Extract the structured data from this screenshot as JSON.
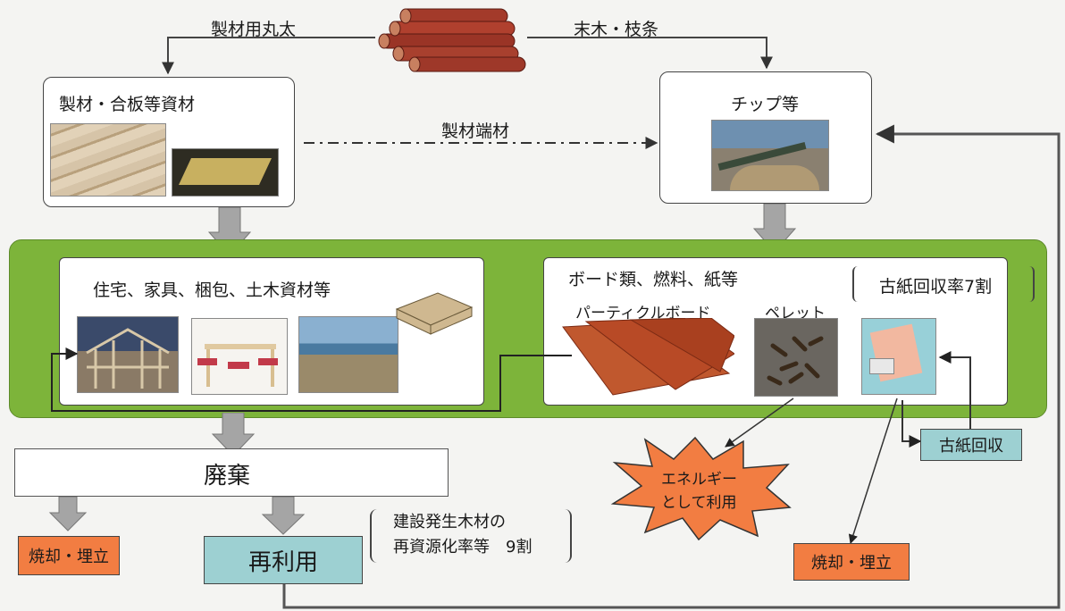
{
  "top": {
    "log_left_label": "製材用丸太",
    "log_right_label": "末木・枝条",
    "lumber_box_title": "製材・合板等資材",
    "offcut_label": "製材端材",
    "chip_box_title": "チップ等"
  },
  "products": {
    "housing_title": "住宅、家具、梱包、土木資材等",
    "board_title": "ボード類、燃料、紙等",
    "paper_rate": "古紙回収率7割",
    "particleboard_label": "パーティクルボード",
    "pellet_label": "ペレット"
  },
  "bottom": {
    "disposal": "廃棄",
    "incinerate_left": "焼却・埋立",
    "reuse": "再利用",
    "construction_rate_line1": "建設発生木材の",
    "construction_rate_line2": "再資源化率等　9割",
    "energy_line1": "エネルギー",
    "energy_line2": "として利用",
    "paper_collection": "古紙回収",
    "incinerate_right": "焼却・埋立"
  },
  "colors": {
    "green_band": "#7db43a",
    "orange_tag": "#f27d42",
    "teal_tag": "#9dd0d2",
    "arrow_gray": "#a5a5a5",
    "wood": "#a33a2a"
  }
}
